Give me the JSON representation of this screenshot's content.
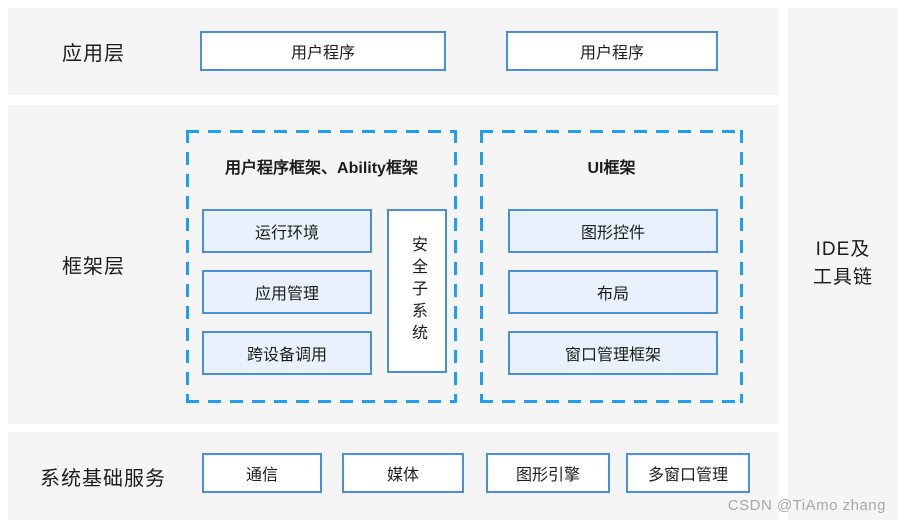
{
  "colors": {
    "band_bg": "#f5f5f6",
    "box_border": "#4a90d9",
    "box_fill_light": "#e9f2fc",
    "dashed_border": "#1e9ff2",
    "text": "#1c1c1c",
    "watermark": "#a8a8a8"
  },
  "layers": {
    "application": {
      "label": "应用层",
      "boxes": [
        "用户程序",
        "用户程序"
      ]
    },
    "framework": {
      "label": "框架层",
      "groups": [
        {
          "title": "用户程序框架、Ability框架",
          "boxes": [
            "运行环境",
            "应用管理",
            "跨设备调用"
          ],
          "side_box": "安全子系统"
        },
        {
          "title": "UI框架",
          "boxes": [
            "图形控件",
            "布局",
            "窗口管理框架"
          ]
        }
      ]
    },
    "system_services": {
      "label": "系统基础服务",
      "boxes": [
        "通信",
        "媒体",
        "图形引擎",
        "多窗口管理"
      ]
    },
    "side_column": {
      "line1": "IDE及",
      "line2": "工具链"
    }
  },
  "watermark": {
    "text": "CSDN @TiAmo zhang"
  }
}
